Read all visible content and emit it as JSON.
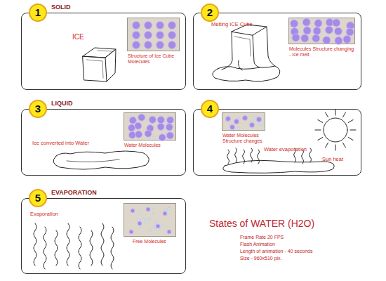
{
  "diagram": {
    "title": "States of WATER (H2O)",
    "nodes": [
      {
        "text": [
          "SOLID",
          "ICE"
        ]
      },
      {
        "text": [
          "1"
        ],
        "in": 0
      },
      {
        "text": [
          "Structure of Ice Cube Molecules"
        ],
        "in": 0
      },
      {
        "text": [
          "Melting ICE Cube"
        ]
      },
      {
        "text": [
          "2"
        ],
        "in": 3
      },
      {
        "text": [
          "Molecules Structure changing - Ice melt"
        ],
        "in": 3
      },
      {
        "text": [
          "LIQUID",
          "Ice converted into Water"
        ]
      },
      {
        "text": [
          "3"
        ],
        "in": 6
      },
      {
        "text": [
          "Water Molecules"
        ],
        "in": 6
      },
      {
        "text": [
          "Water evaporation",
          "Sun heat"
        ]
      },
      {
        "text": [
          "4"
        ],
        "in": 9
      },
      {
        "text": [
          "Water Molecules Structure changes"
        ],
        "in": 9
      },
      {
        "text": [
          "EVAPORATION",
          "Evaporation"
        ]
      },
      {
        "text": [
          "5"
        ],
        "in": 12
      },
      {
        "text": [
          "Free Molecules"
        ],
        "in": 12
      }
    ],
    "labels": [
      "Frame Rate 20 FPS",
      "Flash Animation",
      "Length of animation - 40 seconds",
      "Size - 960x510 pix."
    ]
  }
}
